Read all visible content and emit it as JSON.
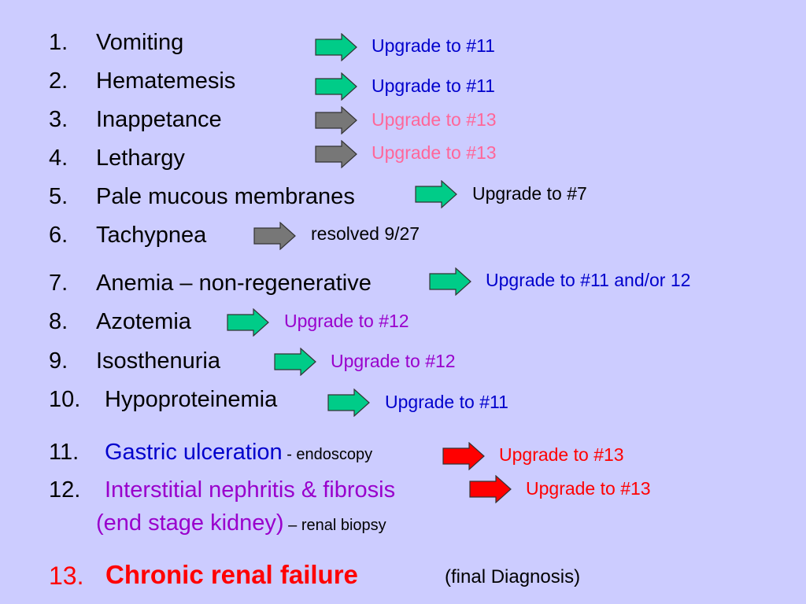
{
  "colors": {
    "background": "#ccccff",
    "blue": "#0000cc",
    "pink": "#ff6699",
    "purple": "#9900cc",
    "red": "#ff0000",
    "black": "#000000",
    "arrow_green": "#00cc88",
    "arrow_gray": "#777777",
    "arrow_red": "#ff0000"
  },
  "items": [
    {
      "number": "1.",
      "label": "Vomiting",
      "arrow_color": "green",
      "note": "Upgrade to #11",
      "note_color": "blue"
    },
    {
      "number": "2.",
      "label": "Hematemesis",
      "arrow_color": "green",
      "note": "Upgrade to #11",
      "note_color": "blue"
    },
    {
      "number": "3.",
      "label": "Inappetance",
      "arrow_color": "gray",
      "note": "Upgrade to #13",
      "note_color": "pink"
    },
    {
      "number": "4.",
      "label": "Lethargy",
      "arrow_color": "gray",
      "note": "Upgrade to #13",
      "note_color": "pink"
    },
    {
      "number": "5.",
      "label": "Pale mucous membranes",
      "arrow_color": "green",
      "note": "Upgrade to #7",
      "note_color": "black"
    },
    {
      "number": "6.",
      "label": "Tachypnea",
      "arrow_color": "gray",
      "note": "resolved  9/27",
      "note_color": "black"
    },
    {
      "number": "7.",
      "label": "Anemia – non-regenerative",
      "arrow_color": "green",
      "note": "Upgrade to #11 and/or 12",
      "note_color": "blue"
    },
    {
      "number": "8.",
      "label": "Azotemia",
      "arrow_color": "green",
      "note": "Upgrade to #12",
      "note_color": "purple"
    },
    {
      "number": "9.",
      "label": "Isosthenuria",
      "arrow_color": "green",
      "note": "Upgrade to #12",
      "note_color": "purple"
    },
    {
      "number": "10.",
      "label": "Hypoproteinemia",
      "arrow_color": "green",
      "note": "Upgrade to #11",
      "note_color": "blue"
    },
    {
      "number": "11.",
      "label": "Gastric ulceration",
      "label_color": "blue",
      "suffix": " - endoscopy",
      "arrow_color": "red",
      "note": "Upgrade to #13",
      "note_color": "red"
    },
    {
      "number": "12.",
      "label": "Interstitial nephritis & fibrosis",
      "label_color": "purple",
      "label_line2": "(end stage kidney)",
      "suffix": " – renal biopsy",
      "arrow_color": "red",
      "note": "Upgrade to #13",
      "note_color": "red"
    }
  ],
  "final": {
    "number": "13.",
    "title": "Chronic renal failure",
    "suffix": "(final Diagnosis)"
  }
}
